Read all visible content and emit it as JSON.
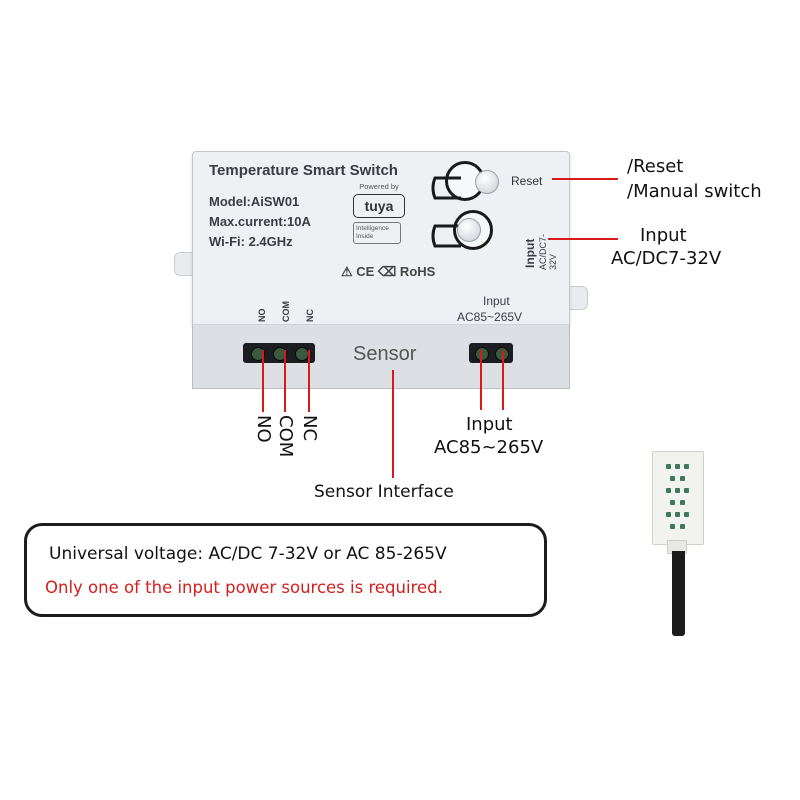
{
  "device": {
    "title": "Temperature Smart Switch",
    "model": "Model:AiSW01",
    "max_current": "Max.current:10A",
    "wifi": "Wi-Fi: 2.4GHz",
    "powered_by": "Powered by",
    "tuya_logo": "tuya",
    "intelligence_inside": "Intelligence Inside",
    "cert_marks": "⚠  CE  ⌫  RoHS",
    "reset_label": "Reset",
    "side_input_label": "Input",
    "side_input_voltage": "AC/DC7-32V",
    "bottom_input_label": "Input",
    "bottom_input_voltage": "AC85~265V",
    "terminal_no": "NO",
    "terminal_com": "COM",
    "terminal_nc": "NC",
    "sensor_label": "Sensor"
  },
  "annotations": {
    "reset": "/Reset",
    "manual_switch": "/Manual switch",
    "input_dc_label": "Input",
    "input_dc_voltage": "AC/DC7-32V",
    "no": "NO",
    "com": "COM",
    "nc": "NC",
    "input_ac_label": "Input",
    "input_ac_voltage": "AC85~265V",
    "sensor_interface": "Sensor Interface"
  },
  "info_box": {
    "line1": "Universal voltage: AC/DC 7-32V or AC 85-265V",
    "line2": "Only one of the input power sources is required."
  },
  "colors": {
    "annotation_line": "#d91a1a",
    "warning_text": "#d41e1e",
    "device_body": "#eef0f3"
  }
}
